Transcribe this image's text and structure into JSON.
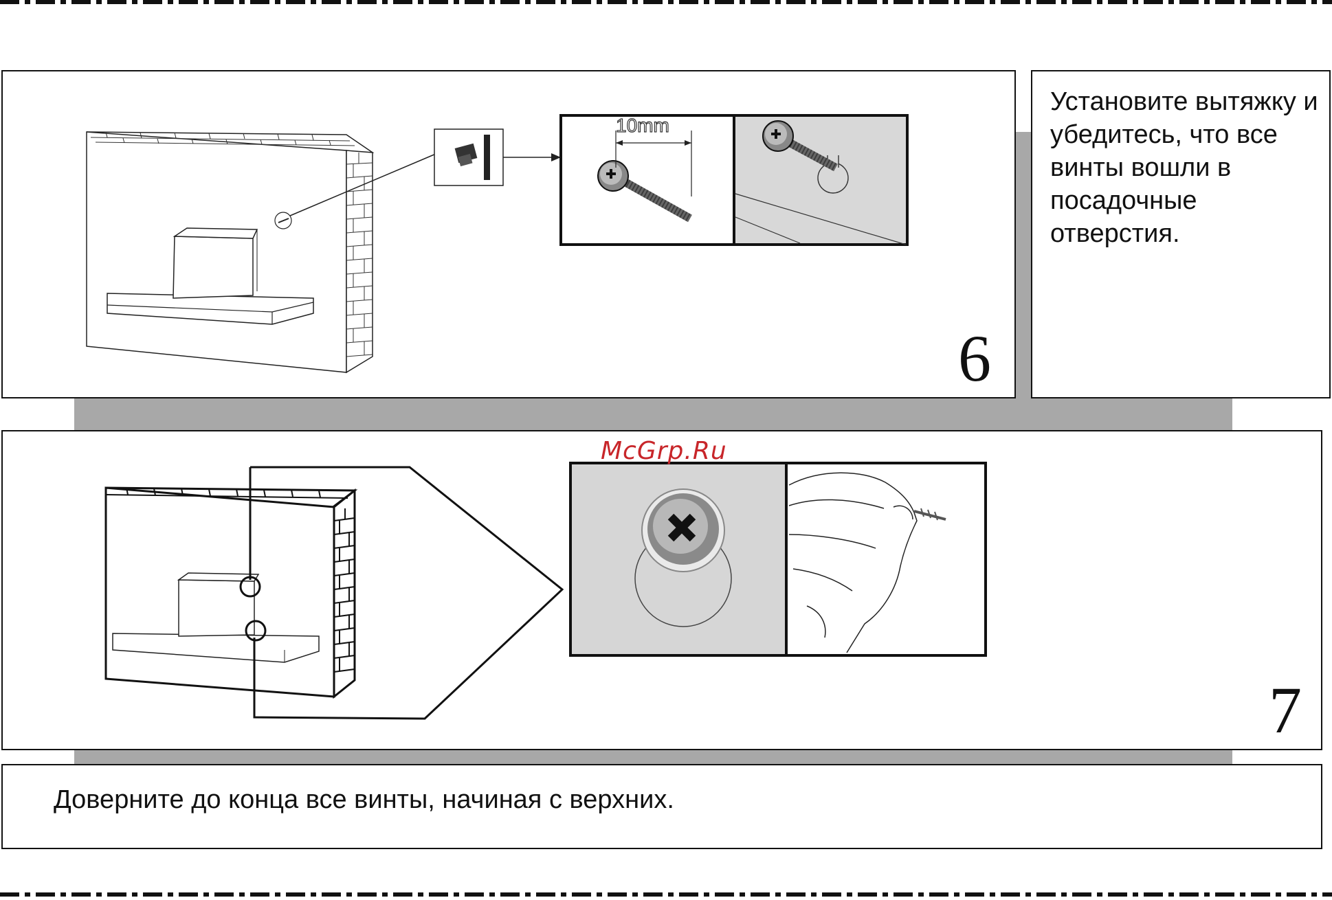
{
  "step6": {
    "number": "6",
    "instruction": "Установите вытяжку и убедитесь, что все винты вошли в посадочные отверстия.",
    "dimension_label": "10mm"
  },
  "step7": {
    "number": "7",
    "instruction": "Доверните до конца все винты, начиная с верхних."
  },
  "watermark": "McGrp.Ru"
}
